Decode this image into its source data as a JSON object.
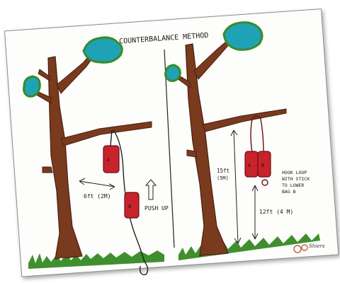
{
  "title": "COUNTERBALANCE METHOD",
  "left_panel": {
    "width_label": "6ft (2M)",
    "push_label": "PUSH UP",
    "bag_a_label": "A",
    "bag_b_label": "B"
  },
  "right_panel": {
    "height_top_label": "15ft",
    "height_top_sub": "(5M)",
    "height_bottom_label": "12ft (4 M)",
    "hook_note": [
      "HOOK LOOP",
      "WITH STICK",
      "TO LOWER",
      "BAG B"
    ],
    "bag_a_label": "A",
    "bag_b_label": "B"
  },
  "signature": "Shiers",
  "colors": {
    "bark": "#7a3a1e",
    "bag": "#c8232c",
    "leaves": "#1fa2b5",
    "leaf_edge": "#3a8a2a",
    "grass": "#3f8f2f"
  }
}
